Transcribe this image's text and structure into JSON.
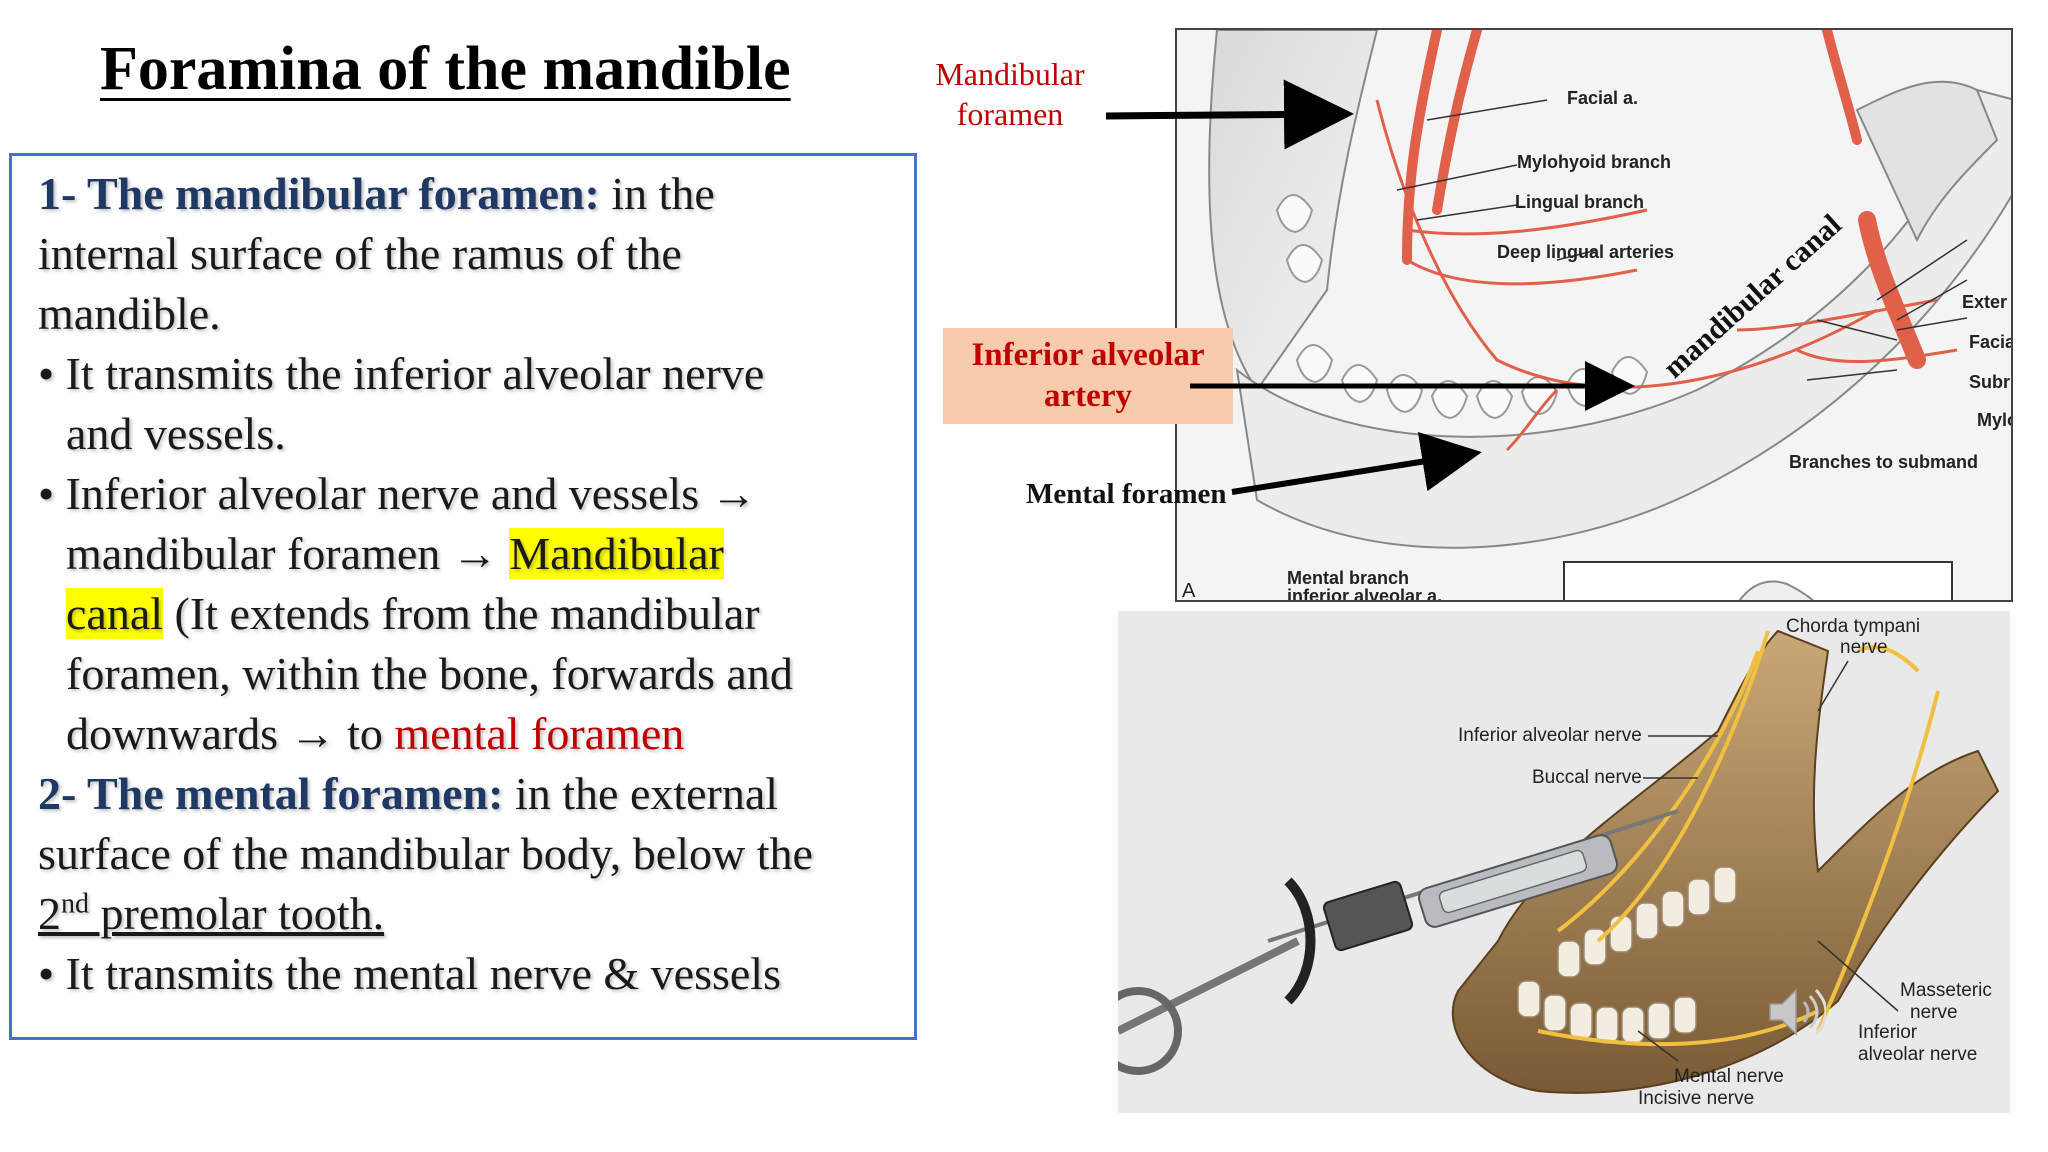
{
  "title": "Foramina of the mandible",
  "text": {
    "l1_head": "1- The mandibular foramen:",
    "l1_rest": "  in the",
    "l2": "internal surface of the ramus of the",
    "l3": "mandible.",
    "bullet": "•",
    "l4": "It transmits the inferior alveolar nerve",
    "l5": "and vessels.",
    "l6": "Inferior alveolar nerve and vessels →",
    "l7_a": "mandibular foramen → ",
    "l7_hl": "Mandibular",
    "l8_hl": "canal",
    "l8_rest": " (It extends from the mandibular",
    "l9": "foramen, within the bone, forwards and",
    "l10_a": "downwards  → to ",
    "l10_red": "mental foramen",
    "l11_head": "2- The mental foramen:",
    "l11_rest": "  in the external",
    "l12": "surface of the mandibular body, below the",
    "l13_num": "2",
    "l13_sup": "nd",
    "l13_rest": " premolar tooth.",
    "l14": "It transmits the mental nerve & vessels"
  },
  "figure_top": {
    "callouts": {
      "mandibular_foramen_1": "Mandibular",
      "mandibular_foramen_2": "foramen",
      "inferior_alveolar_1": "Inferior alveolar",
      "inferior_alveolar_2": "artery",
      "mental_foramen": "Mental foramen",
      "canal": "mandibular canal"
    },
    "labels": {
      "facial": "Facial a.",
      "mylohyoid": "Mylohyoid branch",
      "lingual": "Lingual branch",
      "deep_lingual": "Deep lingual arteries",
      "exter": "Exter",
      "facia": "Facia",
      "subr": "Subr",
      "mylo": "Mylo",
      "branches": "Branches to submand",
      "mental_branch_1": "Mental branch",
      "mental_branch_2": "inferior alveolar a.",
      "panel": "A"
    }
  },
  "figure_bottom": {
    "labels": {
      "chorda_1": "Chorda tympani",
      "chorda_2": "nerve",
      "inf_alv": "Inferior alveolar nerve",
      "buccal": "Buccal nerve",
      "masseteric_1": "Masseteric",
      "masseteric_2": "nerve",
      "inferior_1": "Inferior",
      "inferior_2": "alveolar nerve",
      "mental_nerve": "Mental nerve",
      "incisive": "Incisive nerve"
    }
  },
  "colors": {
    "box_border": "#4472c4",
    "heading": "#1f3864",
    "red": "#c00000",
    "highlight": "#ffff00",
    "callout_bg": "#f8cbad"
  },
  "icons": {
    "audio": "speaker-icon"
  }
}
